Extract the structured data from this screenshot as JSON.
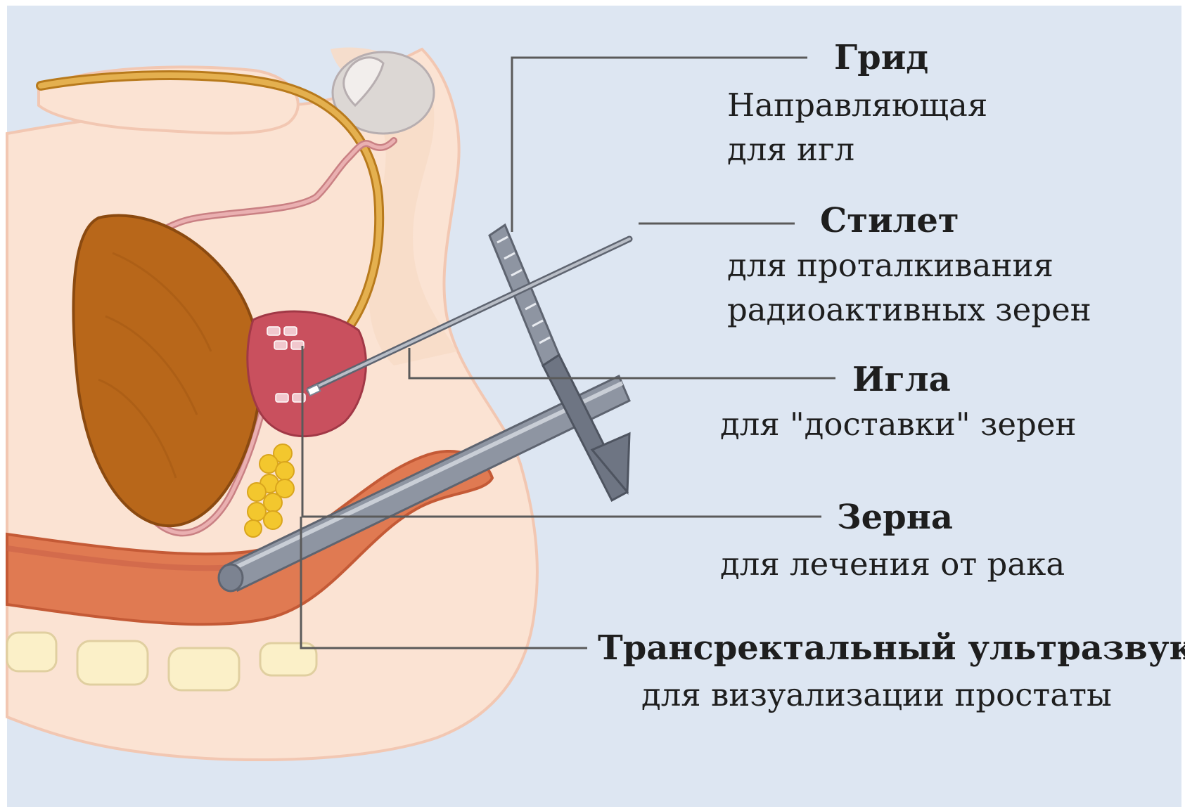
{
  "labels": {
    "grid": {
      "title": "Грид",
      "line1": "Направляющая",
      "line2": "для игл"
    },
    "stylet": {
      "title": "Стилет",
      "line1": "для проталкивания",
      "line2": "радиоактивных зерен"
    },
    "needle": {
      "title": "Игла",
      "line1": "для \"доставки\" зерен"
    },
    "seeds": {
      "title": "Зерна",
      "line1": "для лечения от рака"
    },
    "ultrasound": {
      "title": "Трансректальный ультразвук",
      "line1": "для визуализации простаты"
    }
  },
  "colors": {
    "background": "#dde6f2",
    "skin": "#fbe3d3",
    "rectum": "#e07a52",
    "bladder": "#b8671a",
    "prostate": "#c9505e",
    "urethra": "#d8a14a",
    "seeds": "#f3c72e",
    "instrument": "#8e95a2",
    "leader_line": "#5a5a5a"
  },
  "icons": [
    "grid-icon",
    "stylet-icon",
    "needle-icon",
    "ultrasound-probe-icon",
    "seeds-icon"
  ]
}
